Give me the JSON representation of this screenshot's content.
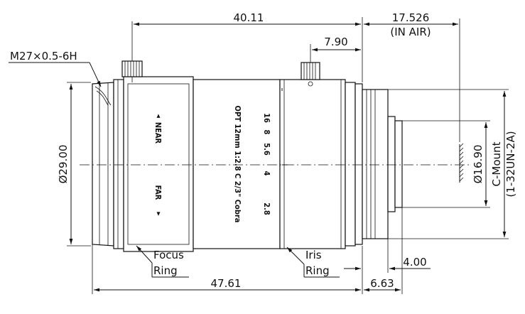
{
  "dimensions": {
    "length_top": "40.11",
    "flange_focal": "17.526",
    "flange_note": "(IN AIR)",
    "screw_offset": "7.90",
    "thread": "M27×0.5-6H",
    "diameter": "Ø29.00",
    "image_dia": "Ø16.90",
    "mount_line1": "C-Mount",
    "mount_line2": "(1-32UN-2A)",
    "mount_depth": "4.00",
    "total_length": "47.61",
    "back_length": "6.63"
  },
  "labels": {
    "focus_line1": "Focus",
    "focus_line2": "Ring",
    "iris_line1": "Iris",
    "iris_line2": "Ring"
  },
  "engraving": {
    "focus_near": "NEAR",
    "focus_far": "FAR",
    "model": "OPT 12mm 1:2.8 C 2/3\" Cobra",
    "f_stops": [
      "16",
      "8",
      "5.6",
      "4",
      "2.8"
    ]
  }
}
